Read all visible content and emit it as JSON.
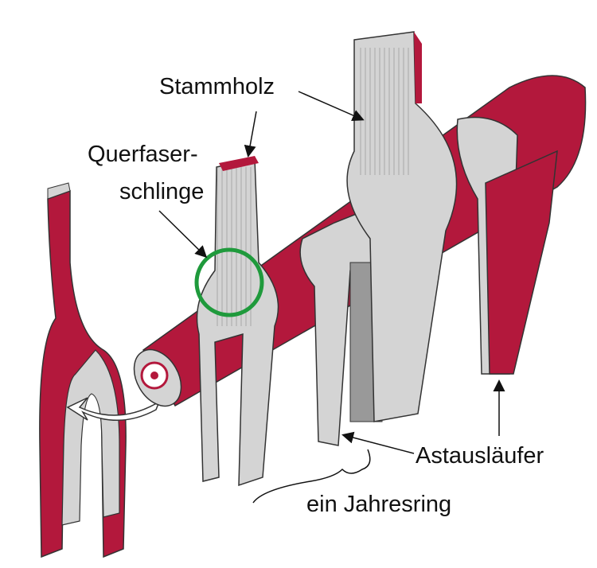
{
  "labels": {
    "stammholz": "Stammholz",
    "querfaser_line1": "Querfaser-",
    "querfaser_line2": "schlinge",
    "astauslaeufer": "Astausläufer",
    "jahresring": "ein Jahresring"
  },
  "colors": {
    "wood_red": "#b3183c",
    "wood_gray": "#d4d4d4",
    "highlight_circle": "#1f9a3c",
    "outline": "#333333"
  }
}
